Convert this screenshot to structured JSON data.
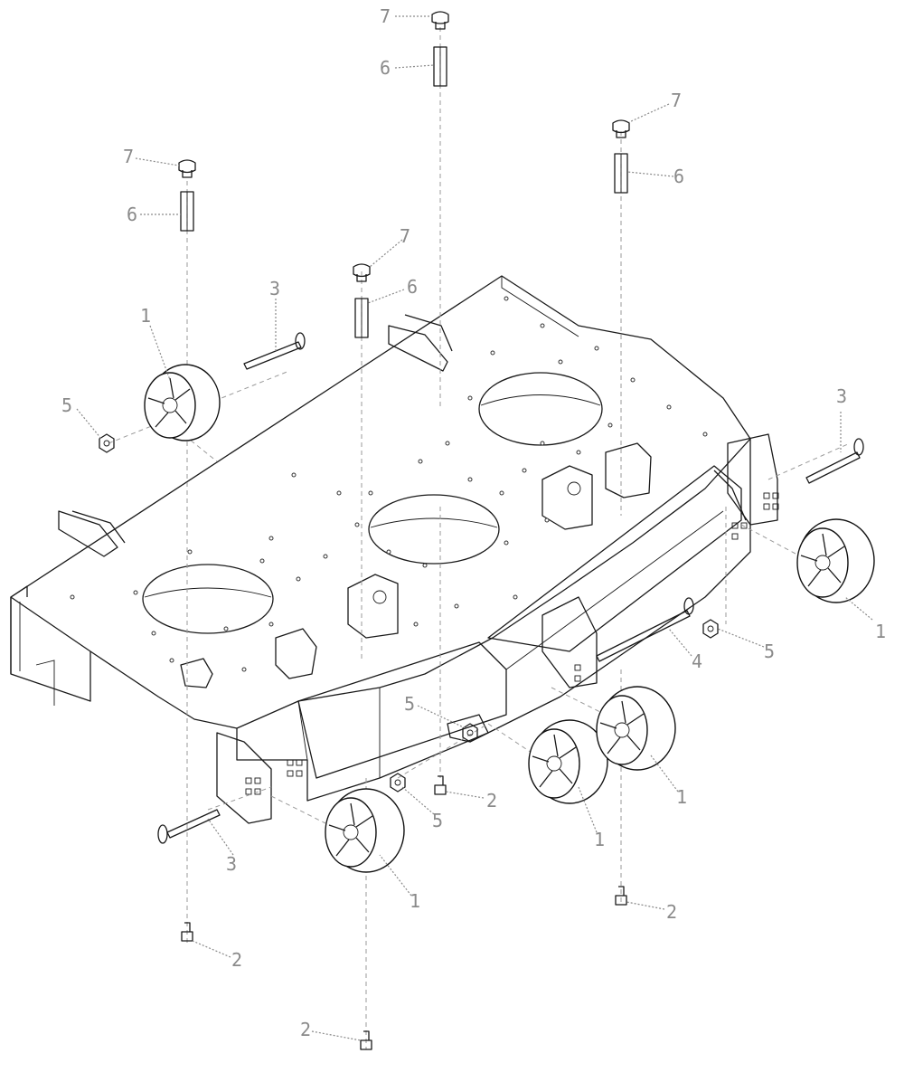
{
  "callouts": {
    "wheel": "1",
    "bolt": "2",
    "axle_bolt": "3",
    "long_bolt": "4",
    "nut": "5",
    "spacer": "6",
    "cap": "7"
  }
}
